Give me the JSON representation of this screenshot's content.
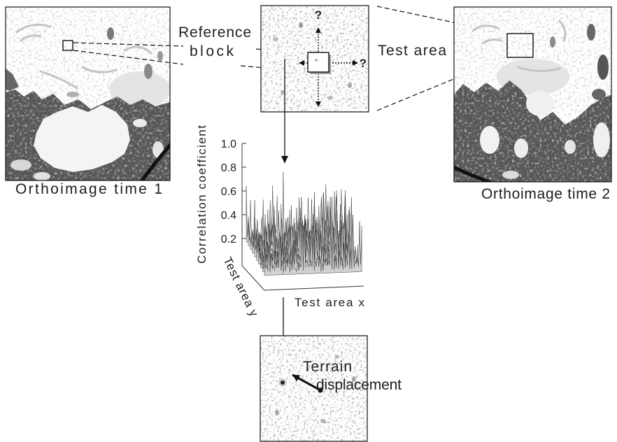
{
  "figure": {
    "reference_label_line1": "Reference",
    "reference_label_line2": "block",
    "test_area_label": "Test area",
    "question_mark_up": "?",
    "question_mark_right": "?",
    "ortho_time1_caption": "Orthoimage time 1",
    "ortho_time2_caption": "Orthoimage time 2",
    "terrain_label_line1": "Terrain",
    "terrain_label_line2": "displacement"
  },
  "correlation_plot": {
    "y_axis_label": "Correlation coefficient",
    "y_ticks": [
      "1.0",
      "0.8",
      "0.6",
      "0.4",
      "0.2"
    ],
    "x_axis_label": "Test area x",
    "depth_axis_label": "Test area y"
  },
  "colors": {
    "ink": "#1e1e1e",
    "terrain_dark": "#575757",
    "surface_fill": "#cfcfcf",
    "image_background": "#ffffff"
  }
}
